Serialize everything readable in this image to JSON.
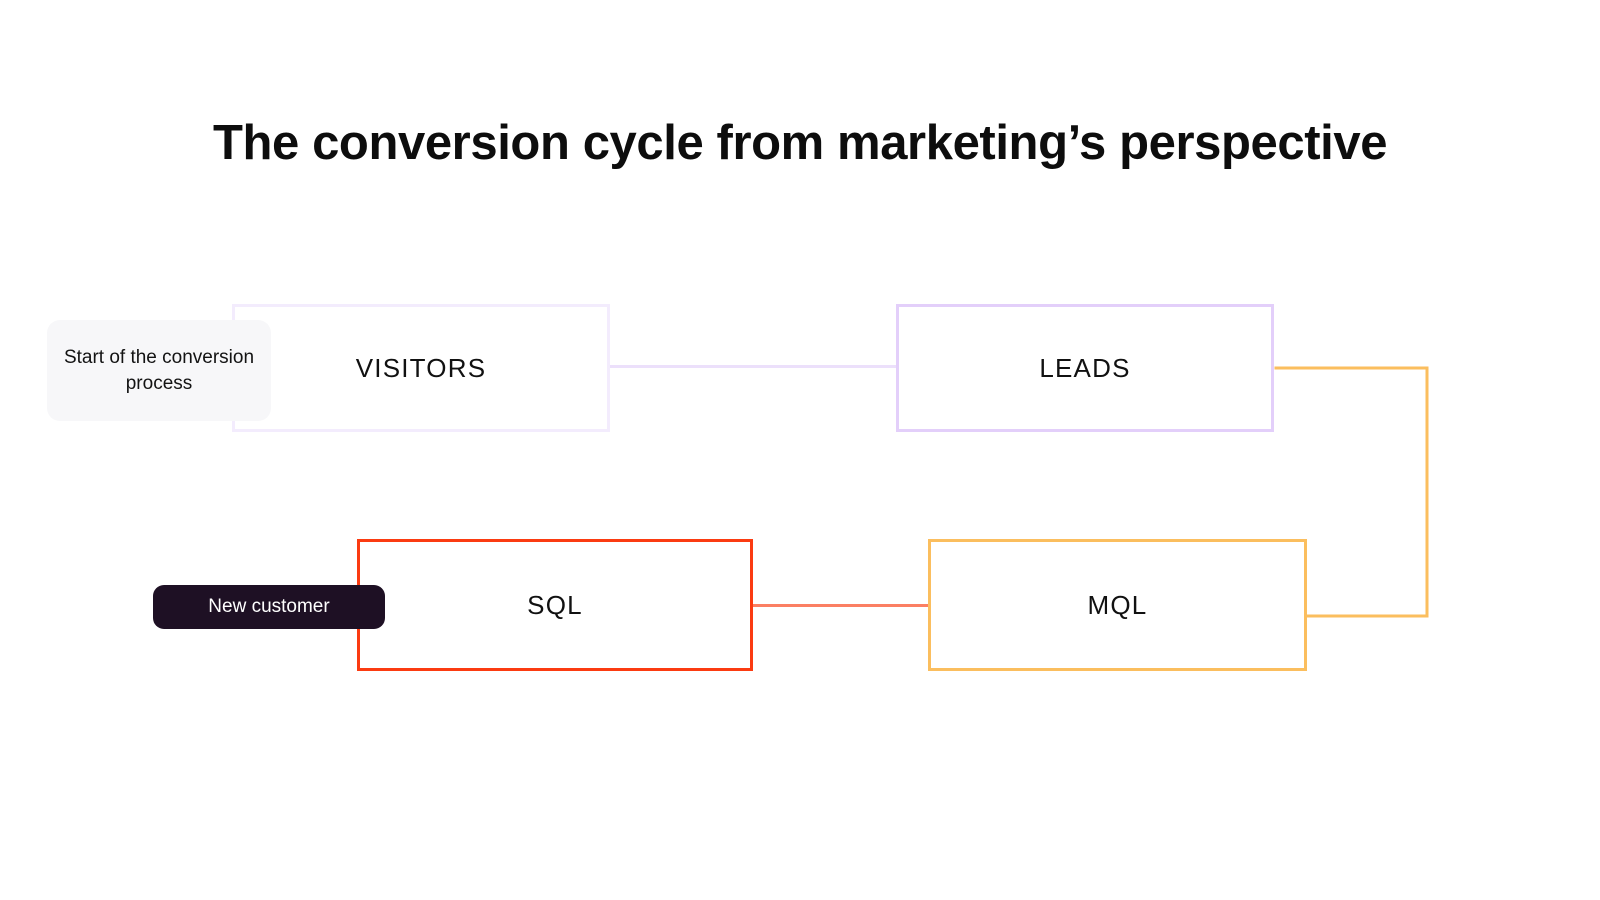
{
  "slide": {
    "title": "The conversion cycle from marketing’s perspective",
    "background_color": "#ffffff"
  },
  "diagram": {
    "type": "flow",
    "orientation": "right-to-left loop",
    "nodes": [
      {
        "id": "visitors",
        "label": "VISITORS",
        "border_color": "#f3ecfd",
        "fill_color": "#ffffff",
        "row": "top",
        "order": 1
      },
      {
        "id": "leads",
        "label": "LEADS",
        "border_color": "#e3cffa",
        "fill_color": "#ffffff",
        "row": "top",
        "order": 2
      },
      {
        "id": "mql",
        "label": "MQL",
        "border_color": "#fbbe5e",
        "fill_color": "#ffffff",
        "row": "bottom",
        "order": 3
      },
      {
        "id": "sql",
        "label": "SQL",
        "border_color": "#fb3b11",
        "fill_color": "#ffffff",
        "row": "bottom",
        "order": 4
      }
    ],
    "connectors": [
      {
        "id": "visitors-leads",
        "from": "visitors",
        "to": "leads",
        "color": "#ece0fb",
        "shape": "straight-horizontal"
      },
      {
        "id": "leads-mql",
        "from": "leads",
        "to": "mql",
        "color": "#fbbe5e",
        "shape": "elbow-right-down-left"
      },
      {
        "id": "mql-sql",
        "from": "mql",
        "to": "sql",
        "color": "#fb7f63",
        "shape": "straight-horizontal"
      }
    ],
    "annotations": [
      {
        "id": "start",
        "text": "Start of the conversion process",
        "attached_to": "visitors",
        "fill_color": "#f7f7f9",
        "text_color": "#131313"
      },
      {
        "id": "new-customer",
        "text": "New customer",
        "attached_to": "sql",
        "fill_color": "#1e1024",
        "text_color": "#ffffff"
      }
    ]
  }
}
